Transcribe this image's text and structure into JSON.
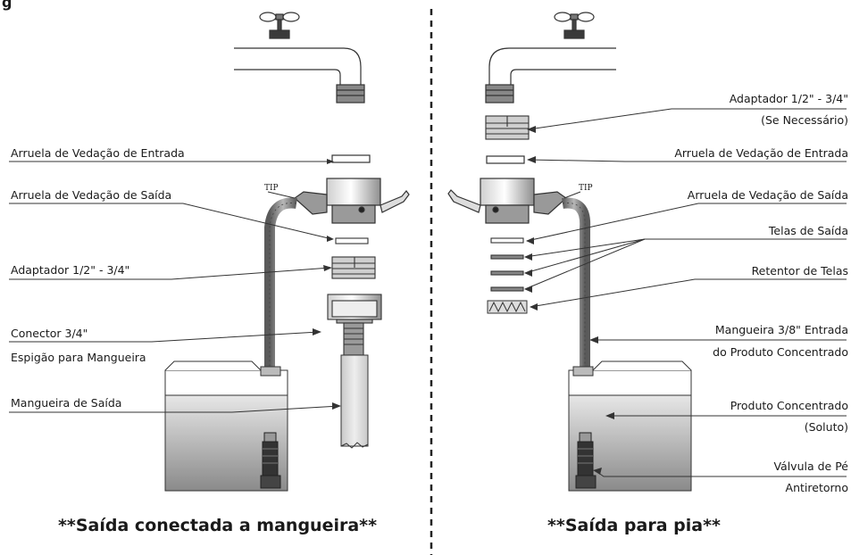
{
  "header": {
    "partial_title": "g"
  },
  "left": {
    "labels": [
      "Arruela de Vedação de Entrada",
      "Arruela de Vedação de Saída",
      "Adaptador 1/2\" - 3/4\"",
      "Conector 3/4\"",
      "Espigão para Mangueira",
      "Mangueira de Saída"
    ],
    "tip": "TIP",
    "caption": "**Saída conectada a mangueira**"
  },
  "right": {
    "labels": [
      "Adaptador 1/2\" - 3/4\"",
      "(Se Necessário)",
      "Arruela de Vedação de Entrada",
      "Arruela de Vedação de Saída",
      "Telas de Saída",
      "Retentor de Telas",
      "Mangueira 3/8\" Entrada",
      "do Produto Concentrado",
      "Produto Concentrado",
      "(Soluto)",
      "Válvula de Pé",
      "Antiretorno"
    ],
    "tip": "TIP",
    "caption": "**Saída para pia**"
  }
}
